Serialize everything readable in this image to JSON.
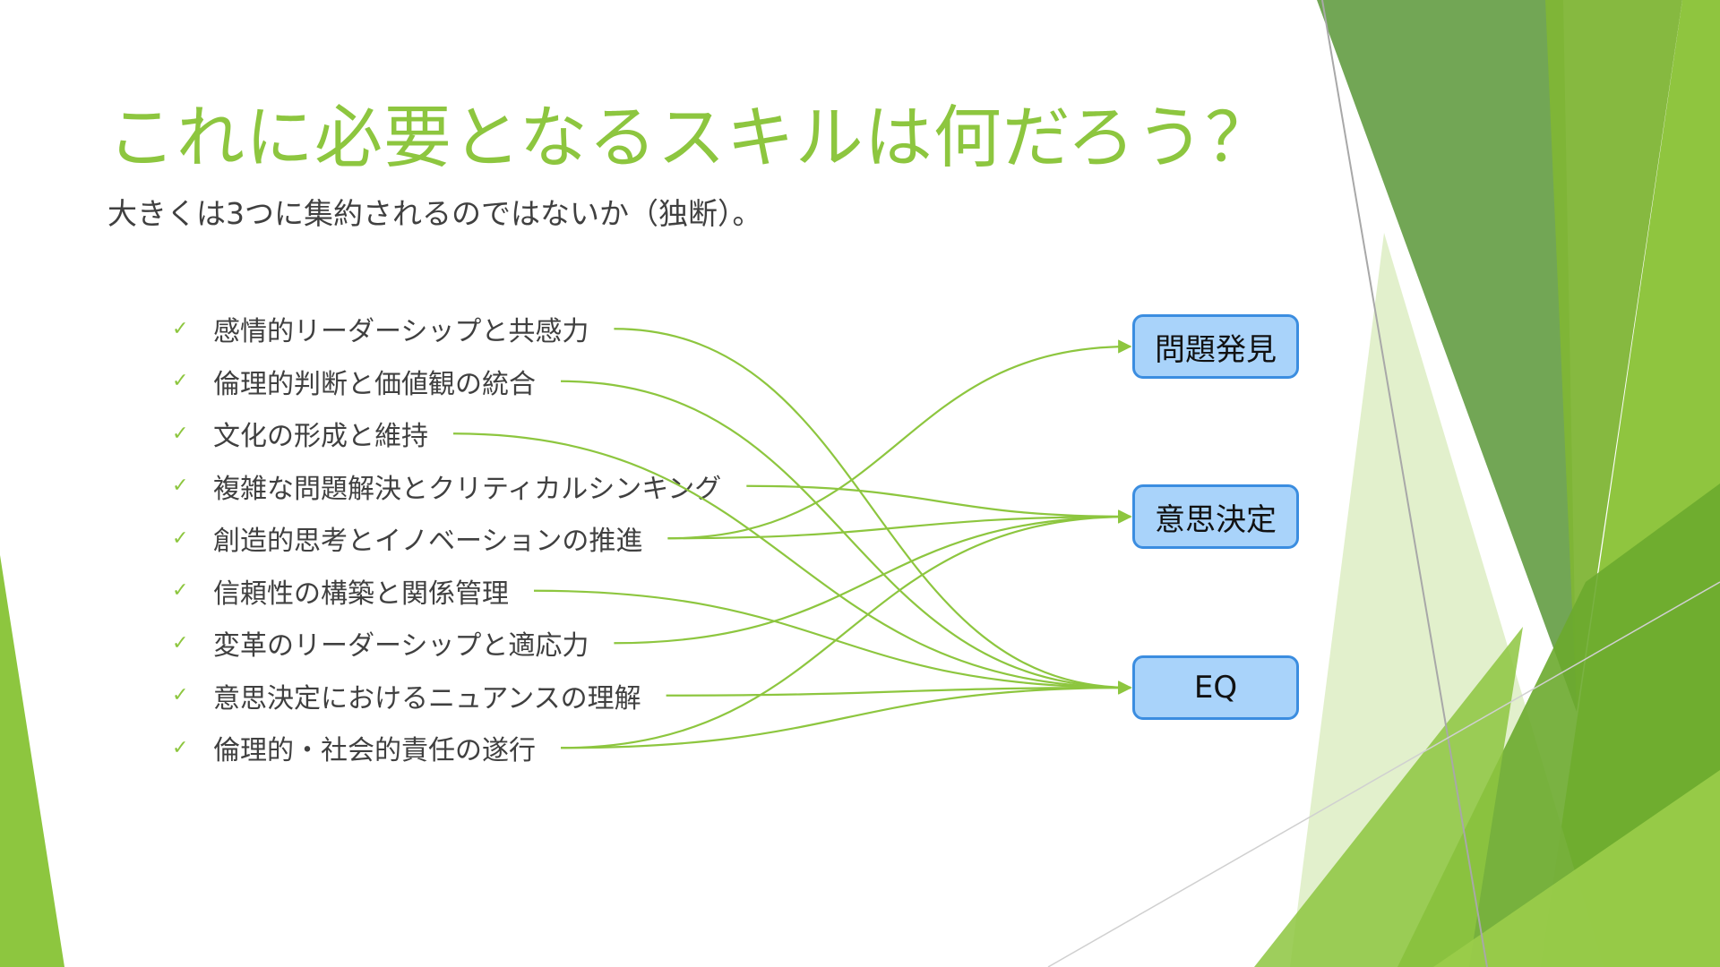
{
  "slide": {
    "title": "これに必要となるスキルは何だろう？",
    "subtitle": "大きくは3つに集約されるのではないか（独断）。"
  },
  "diagram": {
    "items": [
      {
        "label": "感情的リーダーシップと共感力",
        "targets": [
          2
        ]
      },
      {
        "label": "倫理的判断と価値観の統合",
        "targets": [
          2
        ]
      },
      {
        "label": "文化の形成と維持",
        "targets": [
          2
        ]
      },
      {
        "label": "複雑な問題解決とクリティカルシンキング",
        "targets": [
          1
        ]
      },
      {
        "label": "創造的思考とイノベーションの推進",
        "targets": [
          0,
          1
        ]
      },
      {
        "label": "信頼性の構築と関係管理",
        "targets": [
          2
        ]
      },
      {
        "label": "変革のリーダーシップと適応力",
        "targets": [
          1
        ]
      },
      {
        "label": "意思決定におけるニュアンスの理解",
        "targets": [
          2
        ]
      },
      {
        "label": "倫理的・社会的責任の遂行",
        "targets": [
          1,
          2
        ]
      }
    ],
    "targets": [
      {
        "label": "問題発見"
      },
      {
        "label": "意思決定"
      },
      {
        "label": "EQ"
      }
    ],
    "icons": {
      "bullet": "check-icon",
      "connector": "arrow-icon"
    }
  },
  "colors": {
    "accent": "#8DC63F",
    "text": "#404040",
    "box_fill": "#A9D3FA",
    "box_border": "#3B8DE0"
  }
}
